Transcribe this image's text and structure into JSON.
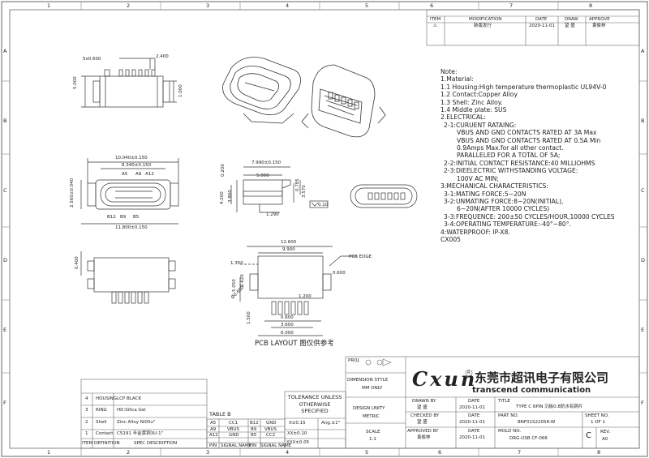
{
  "border_columns": [
    "1",
    "2",
    "3",
    "4",
    "5",
    "6",
    "7",
    "8"
  ],
  "border_rows": [
    "A",
    "B",
    "C",
    "D",
    "E",
    "F"
  ],
  "revision_table": {
    "headers": [
      "ITEM",
      "MODIFICATION",
      "DATE",
      "DRAW",
      "APPROVE"
    ],
    "rows": [
      [
        "⚠",
        "新版发行",
        "2020-11-01",
        "望 盛",
        "袁俊林"
      ]
    ]
  },
  "dimensions": {
    "pin_pitch": "5x0.600",
    "pin_width": "2.400",
    "side_height": "5.000",
    "right_height": "1.000",
    "body_width": "10.040±0.150",
    "inner_width": "8.340±0.150",
    "body_height": "2.560±0.040",
    "overall_width": "11.800±0.150",
    "side_length": "7.990±0.150",
    "side_len2": "5.000",
    "side_h1": "4.200",
    "side_h2": "3.860",
    "tab_h": "0.200",
    "tab_w": "0.785",
    "side_small": "3.570",
    "side_tail": "1.290",
    "flatness": "0.10",
    "bottom_h": "0.400",
    "pcb_w1": "12.600",
    "pcb_w2": "9.900",
    "pcb_h1": "1.350",
    "pcb_h2": "5.050",
    "pcb_h3": "2.620",
    "pcb_pad": "0.600",
    "pcb_hole": "Ø0.600",
    "pcb_pitch": "1.200",
    "pcb_bottom": "1.500",
    "pcb_b1": "0.600",
    "pcb_b2": "3.600",
    "pcb_b3": "6.000"
  },
  "pin_labels": {
    "top": [
      "A5",
      "A9",
      "A12"
    ],
    "bottom": [
      "B12",
      "B9",
      "B5"
    ]
  },
  "pcb_edge_label": "PCB EDGE",
  "pcb_layout_title": "PCB LAYOUT 图仅供参考",
  "notes": [
    "Note:",
    "1.Material:",
    "1.1 Housing:High temperature thermoplastic UL94V-0",
    "1.2 Contact:Copper Alloy",
    "1.3 Shell: Zinc Alloy.",
    "1.4 Middle plate: SUS",
    "2.ELECTRICAL:",
    "  2-1:CURUENT RATAING:",
    "      VBUS AND GND CONTACTS RATED AT 3A Max",
    "      VBUS AND GND CONTACTS RATED AT 0.5A Min",
    "      0.9Amps Max.for all other contact.",
    "      PARALLELED FOR A TOTAL OF 5A;",
    "  2-2:INITIAL CONTACT RESISTANCE:40 MILLIOHMS",
    "  2-3:DIEELECTRIC WITHSTANDING VOLTAGE:",
    "      100V AC MIN;",
    "3:MECHANICAL CHARACTERISTICS:",
    "  3-1:MATING FORCE:5~20N",
    "  3-2:UNMATING FORCE:8~20N(INITIAL),",
    "      6~20N(AFTER 10000 CYCLES)",
    "  3-3:FREQUENCE: 200±50 CYCLES/HOUR,10000 CYCLES",
    "  3-4:OPERATING TEMPERATURE:-40°~80°.",
    "4:WATERPROOF: IP-X8.",
    "CX005"
  ],
  "material_table": {
    "rows": [
      [
        "4",
        "HOUSING",
        "LCP BLACK"
      ],
      [
        "3",
        "RING",
        "HD:Silica Gel"
      ],
      [
        "2",
        "Shell",
        "Zinc Alloy Ni00u\""
      ],
      [
        "1",
        "Contact",
        "C5191  半金黄铜3U-1\""
      ]
    ],
    "headers": [
      "ITEM",
      "DEFINITION",
      "SPEC DESCRIPTION"
    ]
  },
  "pin_table": {
    "title": "TABLE B",
    "headers": [
      "PIN",
      "SIGNAL NAME",
      "PIN",
      "SIGNAL NAME"
    ],
    "rows": [
      [
        "A5",
        "CC1",
        "B12",
        "GND"
      ],
      [
        "A9",
        "VBUS",
        "B9",
        "VBUS"
      ],
      [
        "A12",
        "GND",
        "B5",
        "CC2"
      ]
    ]
  },
  "tolerance": {
    "title": "TOLERANCE UNLESS OTHERWISE SPECIFIED",
    "rows": [
      [
        "X±0.15",
        "Ang.±1°"
      ],
      [
        "XX±0.10",
        ""
      ],
      [
        "XXX±0.05",
        ""
      ]
    ]
  },
  "title_block": {
    "proj_label": "PROJ.",
    "dim_style_label": "DIMENSION STYLE",
    "dim_style_value": "MM ONLY",
    "design_unity_label": "DESIGN UNITY",
    "design_unity_value": "METRIC",
    "scale_label": "SCALE",
    "scale_value": "1:1",
    "logo": "Cxun",
    "logo_mark": "R",
    "company_cn": "东莞市超讯电子有限公司",
    "company_en": "transcend communication",
    "drawn_by_label": "DRAWN BY",
    "drawn_by": "望 盛",
    "checked_by_label": "CHECKED BY",
    "checked_by": "望 盛",
    "approved_by_label": "APPROVED BY",
    "approved_by": "袁俊林",
    "date_label": "DATE",
    "date": "2020-11-01",
    "title_label": "TITLE",
    "title": "TYPE C 6PIN 沉板0.8防水有铜片",
    "part_no_label": "PART NO.",
    "part_no": "BNF01S2205R-W",
    "sheet_label": "SHEET NO.",
    "sheet": "1 OF 1",
    "mold_label": "MOLD NO.",
    "mold": "DRG-USB CF-066",
    "size": "C",
    "rev_label": "REV.",
    "rev": "A0"
  }
}
